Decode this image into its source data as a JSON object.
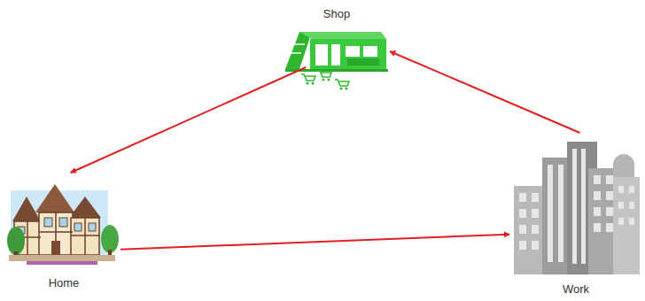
{
  "diagram": {
    "nodes": [
      {
        "text": [
          "Shop"
        ]
      },
      {
        "text": [
          "Home"
        ]
      },
      {
        "text": [
          "Work"
        ]
      }
    ],
    "edges": [
      {
        "from": 1,
        "to": 2,
        "arrow": "to"
      },
      {
        "from": 2,
        "to": 0,
        "arrow": "to"
      },
      {
        "from": 0,
        "to": 1,
        "arrow": "to"
      }
    ]
  }
}
